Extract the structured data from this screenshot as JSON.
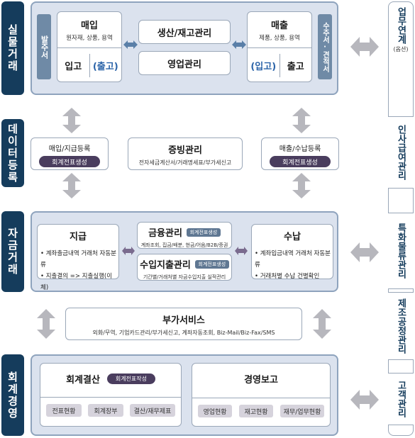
{
  "sections": {
    "physical": "실물거래",
    "data": "데이터등록",
    "funds": "자금거래",
    "accounting": "회계경영"
  },
  "physical": {
    "order_strip": "발주서",
    "purchase_title": "매입",
    "purchase_sub": "원자재, 상품, 용역",
    "purchase_in": "입고",
    "purchase_out": "(출고)",
    "production": "생산/재고관리",
    "business": "영업관리",
    "sales_title": "매출",
    "sales_sub": "제품, 상품, 용역",
    "sales_in": "(입고)",
    "sales_out": "출고",
    "quote_strip": "수주서·견적서"
  },
  "data_reg": {
    "left_title": "매입/지급등록",
    "left_pill": "회계전표생성",
    "center_title": "증빙관리",
    "center_sub": "전자세금계산서/거래명세표/부가세신고",
    "right_title": "매출/수납등록",
    "right_pill": "회계전표생성"
  },
  "funds": {
    "pay_title": "지급",
    "pay_bullet1": "• 계좌출금내역 거래처 자동분류",
    "pay_bullet2": "• 지출결의 => 지출실행(이체)",
    "finance_title": "금융관리",
    "finance_tag": "회계전표생성",
    "finance_sub": "계좌조회, 집금/배분, 현금/어음/B2B/증권",
    "import_title": "수입지출관리",
    "import_tag": "회계전표생성",
    "import_sub": "기간별/거래처별 자금수입지출 실적관리",
    "recv_title": "수납",
    "recv_bullet1": "• 계좌입금내역 거래처 자동분류",
    "recv_bullet2": "• 거래처별 수납 건별확인"
  },
  "addon": {
    "title": "부가서비스",
    "sub": "외화/무역, 기업카드관리/부가세신고, 계좌자동조회, Biz-Mail/Biz-Fax/SMS"
  },
  "accounting": {
    "closing_title": "회계결산",
    "closing_pill": "회계전표작성",
    "chips_left": [
      "전표현황",
      "회계장부",
      "결산/재무제표"
    ],
    "report_title": "경영보고",
    "chips_right": [
      "영업현황",
      "재고현황",
      "재무/업무현황"
    ]
  },
  "right_column": {
    "item1": "업무연계",
    "item1_sub": "(옵션)",
    "item2": "인사급여관리",
    "item3": "특화물류관리",
    "item4": "제조공정관리",
    "item5": "고객관리"
  },
  "colors": {
    "navy": "#153c5c",
    "panel": "#dbe2ee",
    "purple_pill": "#4a3d5e",
    "arrow_gray": "#b7b7bd",
    "arrow_blue": "#5a7fa8",
    "arrow_purple": "#7a6b8e"
  }
}
